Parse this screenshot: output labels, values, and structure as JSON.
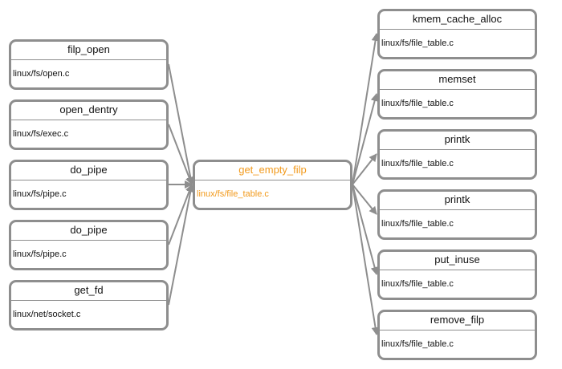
{
  "colors": {
    "border": "#8e8e8e",
    "edge": "#8e8e8e",
    "highlight": "#f29a1c",
    "text": "#111111"
  },
  "center": {
    "name": "get_empty_filp",
    "file": "linux/fs/file_table.c"
  },
  "callers": [
    {
      "name": "filp_open",
      "file": "linux/fs/open.c"
    },
    {
      "name": "open_dentry",
      "file": "linux/fs/exec.c"
    },
    {
      "name": "do_pipe",
      "file": "linux/fs/pipe.c"
    },
    {
      "name": "do_pipe",
      "file": "linux/fs/pipe.c"
    },
    {
      "name": "get_fd",
      "file": "linux/net/socket.c"
    }
  ],
  "callees": [
    {
      "name": "kmem_cache_alloc",
      "file": "linux/fs/file_table.c"
    },
    {
      "name": "memset",
      "file": "linux/fs/file_table.c"
    },
    {
      "name": "printk",
      "file": "linux/fs/file_table.c"
    },
    {
      "name": "printk",
      "file": "linux/fs/file_table.c"
    },
    {
      "name": "put_inuse",
      "file": "linux/fs/file_table.c"
    },
    {
      "name": "remove_filp",
      "file": "linux/fs/file_table.c"
    }
  ]
}
